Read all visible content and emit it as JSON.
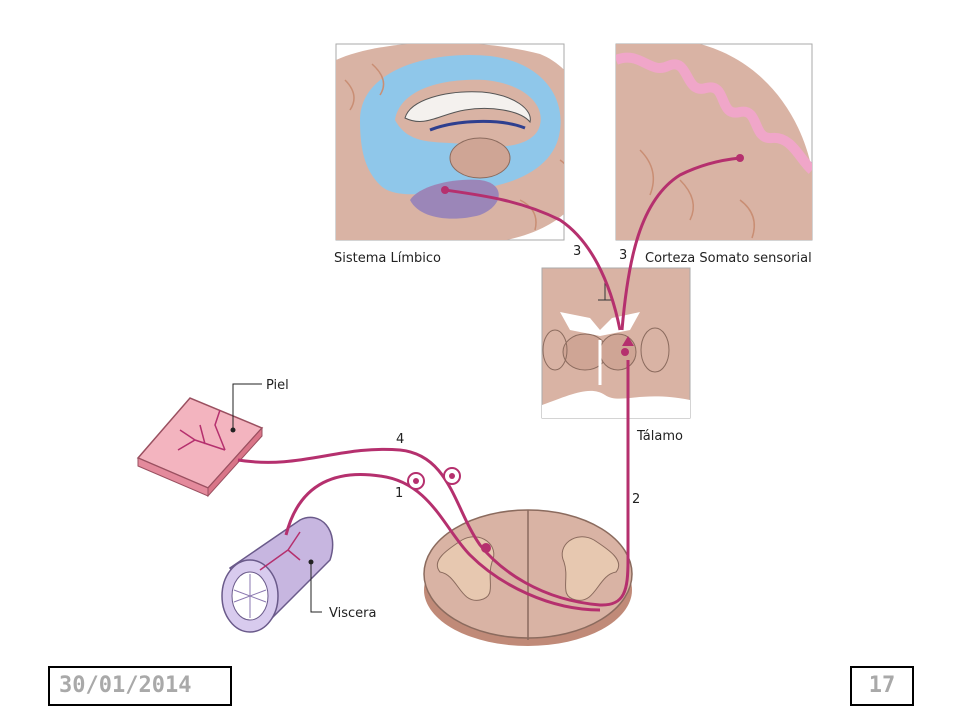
{
  "labels": {
    "limbic": "Sistema Límbico",
    "cortex": "Corteza Somato sensorial",
    "thalamus": "Tálamo",
    "skin": "Piel",
    "viscera": "Viscera"
  },
  "pathway_numbers": {
    "n1": "1",
    "n2": "2",
    "n3_left": "3",
    "n3_right": "3",
    "n4": "4"
  },
  "footer": {
    "date": "30/01/2014",
    "page": "17"
  },
  "colors": {
    "pathway": "#b5306e",
    "tissue": "#d9b3a4",
    "limbic_blue": "#8fc7ea",
    "cortex_pink": "#f0a6c9",
    "text_gray": "#a9a9a9"
  }
}
